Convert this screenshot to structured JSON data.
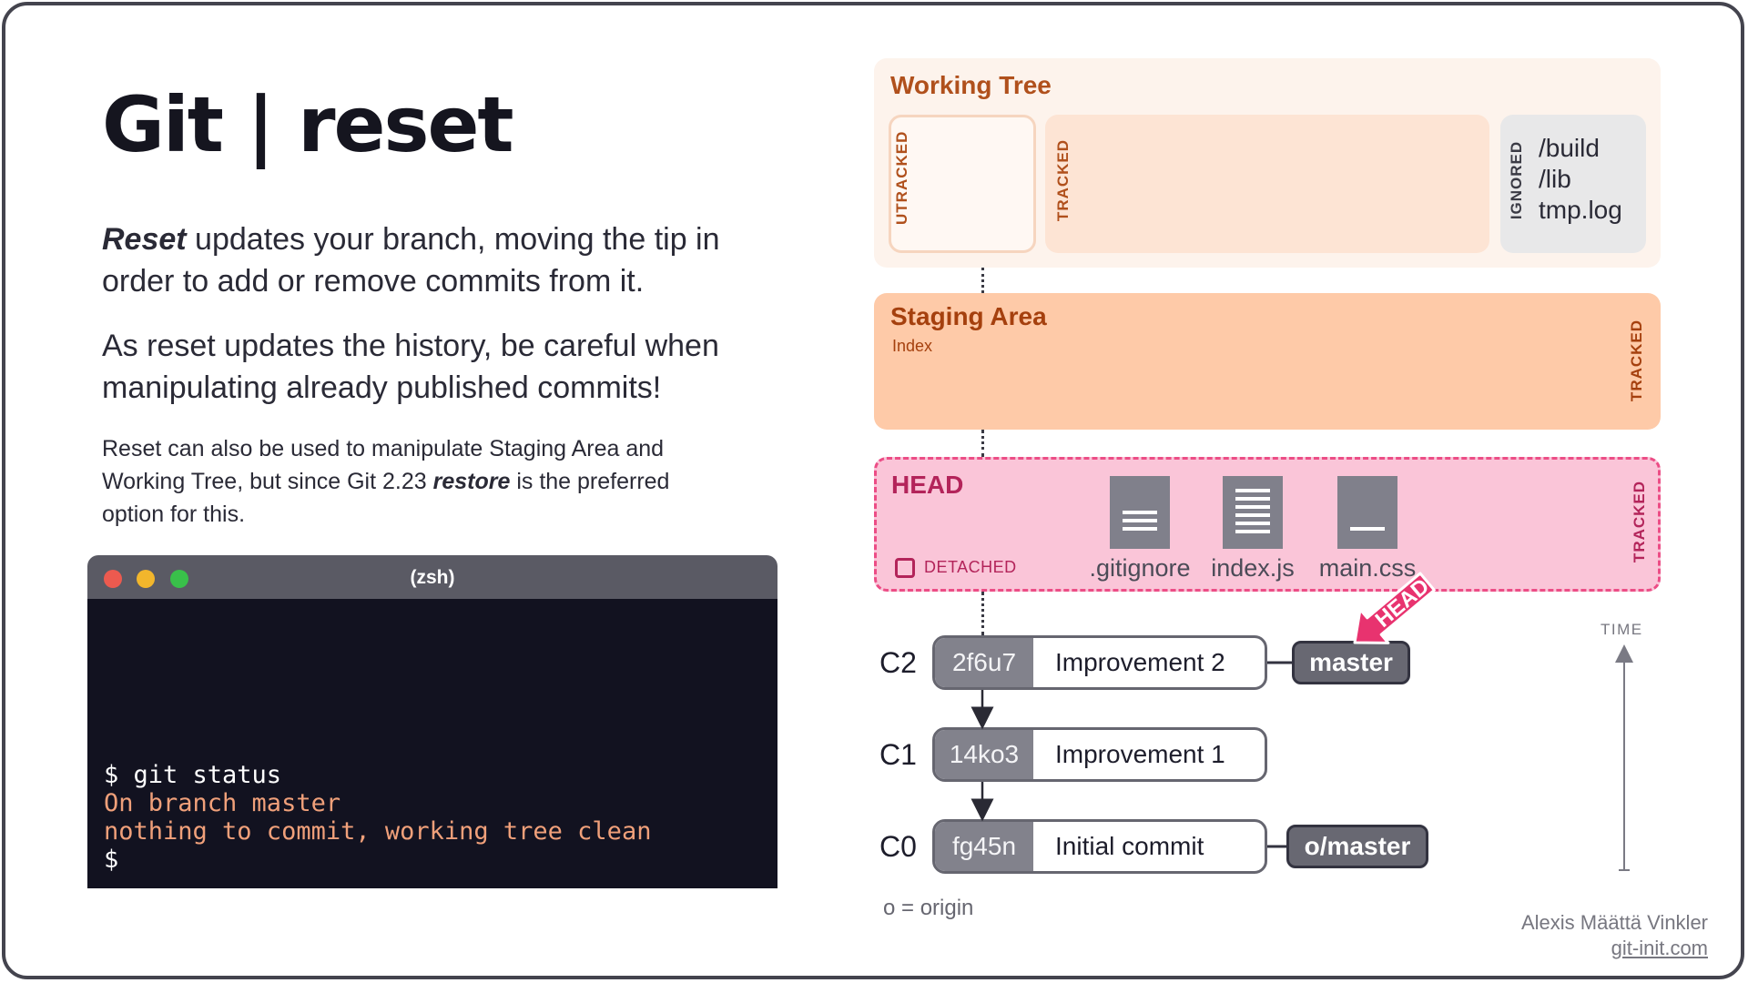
{
  "title": "Git | reset",
  "intro": {
    "para1_emph": "Reset",
    "para1_rest": " updates your branch, moving the tip in order to add or remove commits from it.",
    "para2": "As reset updates the history, be careful when manipulating already published commits!",
    "para3_a": "Reset can also be used to manipulate Staging Area and Working Tree, but since Git 2.23 ",
    "para3_emph": "restore",
    "para3_b": " is the preferred option for this."
  },
  "terminal": {
    "title": "(zsh)",
    "lines": [
      {
        "kind": "cmd",
        "text": "$ git status"
      },
      {
        "kind": "out",
        "text": "On branch master"
      },
      {
        "kind": "out",
        "text": "nothing to commit, working tree clean"
      },
      {
        "kind": "cmd",
        "text": "$"
      }
    ]
  },
  "working_tree": {
    "title": "Working Tree",
    "untracked_label": "UTRACKED",
    "tracked_label": "TRACKED",
    "ignored_label": "IGNORED",
    "ignored_files": [
      "/build",
      "/lib",
      "tmp.log"
    ]
  },
  "staging_area": {
    "title": "Staging Area",
    "subtitle": "Index",
    "tracked_label": "TRACKED"
  },
  "head_area": {
    "title": "HEAD",
    "detached_label": "DETACHED",
    "tracked_label": "TRACKED",
    "files": [
      ".gitignore",
      "index.js",
      "main.css"
    ]
  },
  "commits": [
    {
      "id": "C2",
      "hash": "2f6u7",
      "message": "Improvement 2"
    },
    {
      "id": "C1",
      "hash": "14ko3",
      "message": "Improvement 1"
    },
    {
      "id": "C0",
      "hash": "fg45n",
      "message": "Initial commit"
    }
  ],
  "branches": {
    "master": "master",
    "origin_master": "o/master",
    "head_pointer": "HEAD"
  },
  "origin_note": "o = origin",
  "time_label": "TIME",
  "credit": {
    "author": "Alexis Määttä Vinkler",
    "site": "git-init.com"
  },
  "colors": {
    "working_tree_bg": "#fdf3ec",
    "staging_bg": "#fecaa8",
    "head_bg": "#fac5d8",
    "head_border": "#ec4d86",
    "head_arrow": "#e8336f",
    "commit_hash_bg": "#82828c",
    "terminal_bg": "#121220",
    "terminal_output": "#f0a07a"
  }
}
